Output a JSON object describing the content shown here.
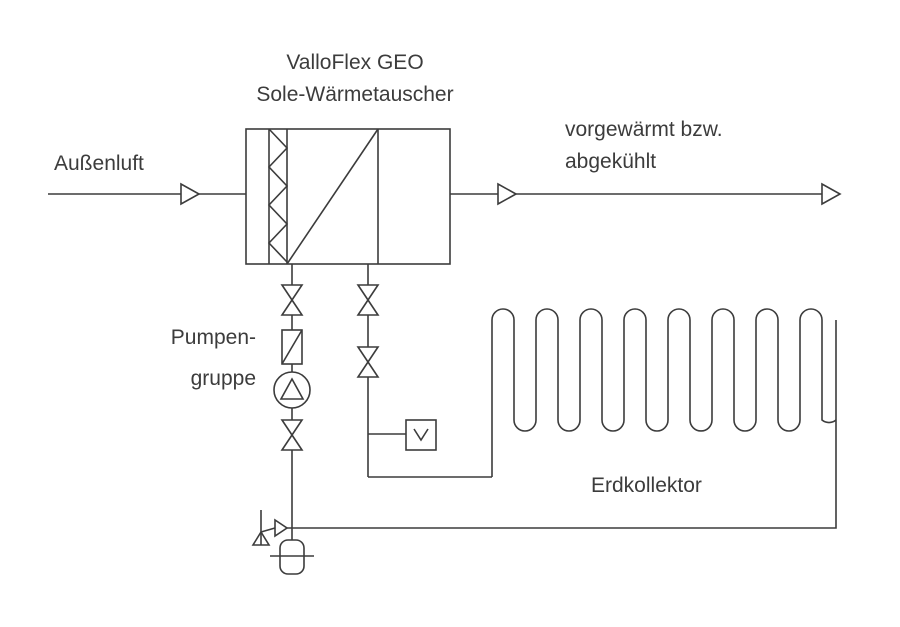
{
  "labels": {
    "device_line1": "ValloFlex GEO",
    "device_line2": "Sole-Wärmetauscher",
    "inlet": "Außenluft",
    "outlet_line1": "vorgewärmt bzw.",
    "outlet_line2": "abgekühlt",
    "pump_line1": "Pumpen-",
    "pump_line2": "gruppe",
    "collector": "Erdkollektor"
  },
  "colors": {
    "line": "#3c3c3c",
    "background": "#ffffff"
  },
  "icons": [
    "arrow-icon",
    "valve-icon",
    "filter-icon",
    "pump-icon",
    "check-valve-icon",
    "safety-valve-icon",
    "expansion-vessel-icon"
  ]
}
